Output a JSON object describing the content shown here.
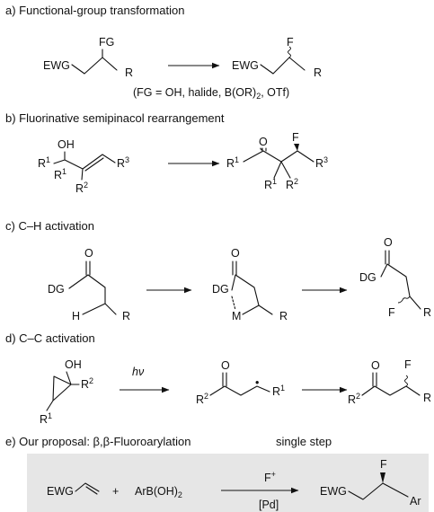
{
  "sections": {
    "a": {
      "heading": "a) Functional-group transformation",
      "note": "(FG = OH, halide, B(OR)",
      "note_sub": "2",
      "note_tail": ", OTf)"
    },
    "b": {
      "heading": "b) Fluorinative semipinacol rearrangement"
    },
    "c": {
      "heading": "c) C–H activation"
    },
    "d": {
      "heading": "d) C–C activation",
      "arrow_label": "hν"
    },
    "e": {
      "heading": "e) Our proposal: β,β-Fluoroarylation",
      "note": "single step",
      "reagent_above": "F",
      "reagent_above_sup": "+",
      "reagent_below": "[Pd]"
    }
  },
  "labels": {
    "EWG": "EWG",
    "FG": "FG",
    "F": "F",
    "R": "R",
    "OH": "OH",
    "O": "O",
    "R1": "R",
    "R2": "R",
    "R3": "R",
    "one": "1",
    "two": "2",
    "three": "3",
    "DG": "DG",
    "H": "H",
    "M": "M",
    "Ar": "Ar",
    "plus": "+",
    "boronic": "ArB(OH)",
    "boronic_sub": "2",
    "dot": "•"
  },
  "colors": {
    "proposal_box": "#e6e6e6",
    "ink": "#111111"
  }
}
